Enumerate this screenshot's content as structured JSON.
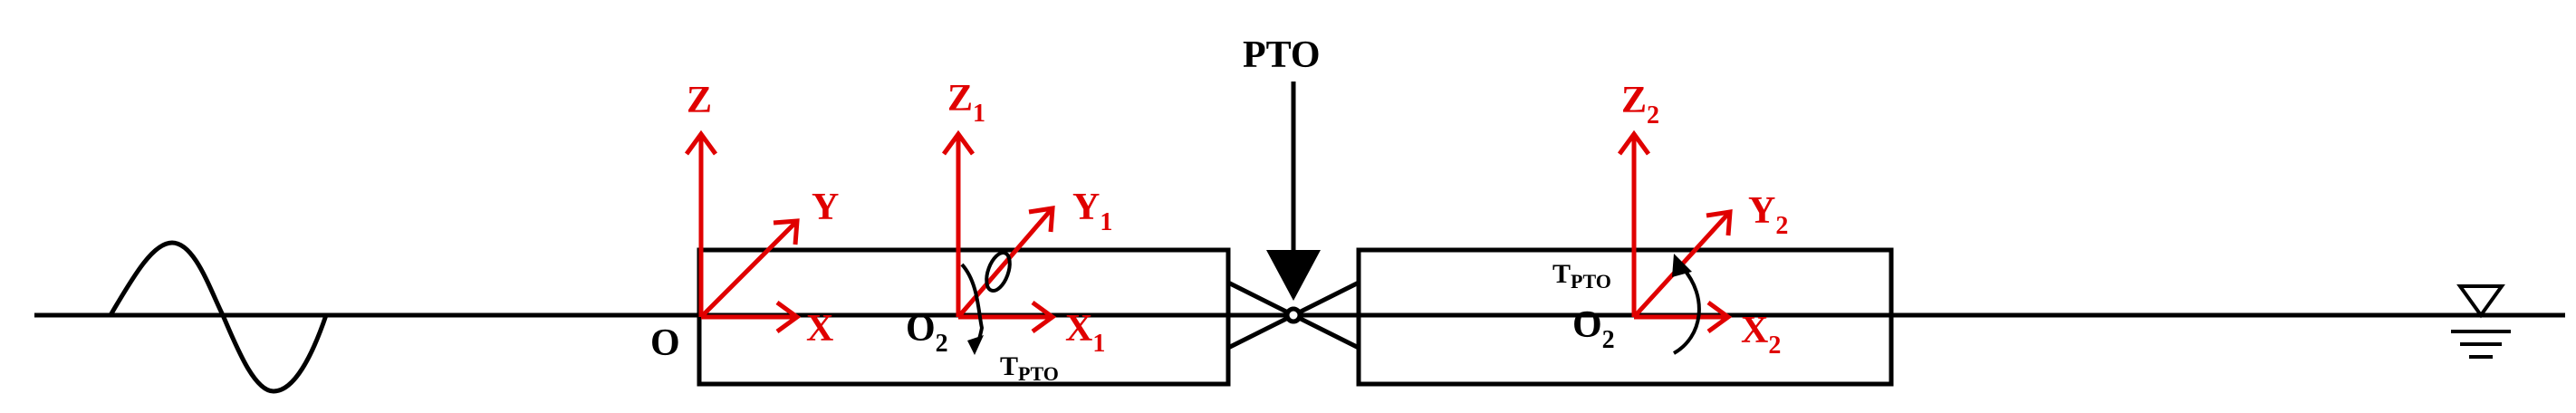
{
  "labels": {
    "pto": "PTO",
    "origin": "O",
    "frame_global": {
      "z": "Z",
      "y": "Y",
      "x": "X"
    },
    "frame_body1": {
      "z": "Z",
      "z_sub": "1",
      "y": "Y",
      "y_sub": "1",
      "x": "X",
      "x_sub": "1",
      "origin": "O",
      "origin_sub": "2",
      "torque": "T",
      "torque_sub": "PTO"
    },
    "frame_body2": {
      "z": "Z",
      "z_sub": "2",
      "y": "Y",
      "y_sub": "2",
      "x": "X",
      "x_sub": "2",
      "origin": "O",
      "origin_sub": "2",
      "torque": "T",
      "torque_sub": "PTO"
    }
  },
  "colors": {
    "axis": "#e00000",
    "line": "#000000",
    "background": "#ffffff"
  },
  "icons": {
    "wave": "sine-wave-icon",
    "water_level": "water-level-icon"
  }
}
